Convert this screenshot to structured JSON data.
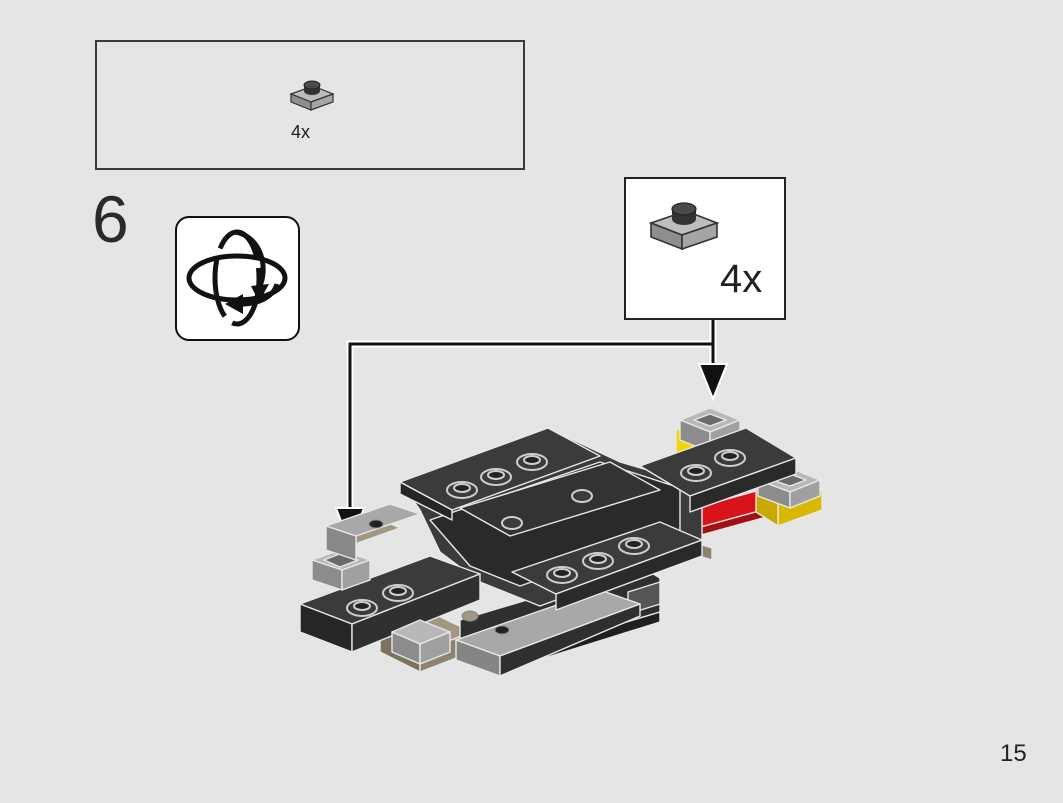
{
  "parts_list": {
    "items": [
      {
        "icon": "gray-1x1-round-stud-plate-icon",
        "quantity": "4x"
      }
    ]
  },
  "step": {
    "number": "6"
  },
  "rotate_icon": "rotate-model-icon",
  "callout": {
    "icon": "gray-1x1-round-stud-plate-icon",
    "quantity": "4x"
  },
  "colors": {
    "background": "#e5e5e5",
    "dark_bluish_gray": "#3b3b3b",
    "light_gray": "#a9a9a9",
    "tan": "#a39682",
    "red": "#d8141a",
    "yellow": "#f5d500"
  },
  "page": {
    "number": "15"
  }
}
